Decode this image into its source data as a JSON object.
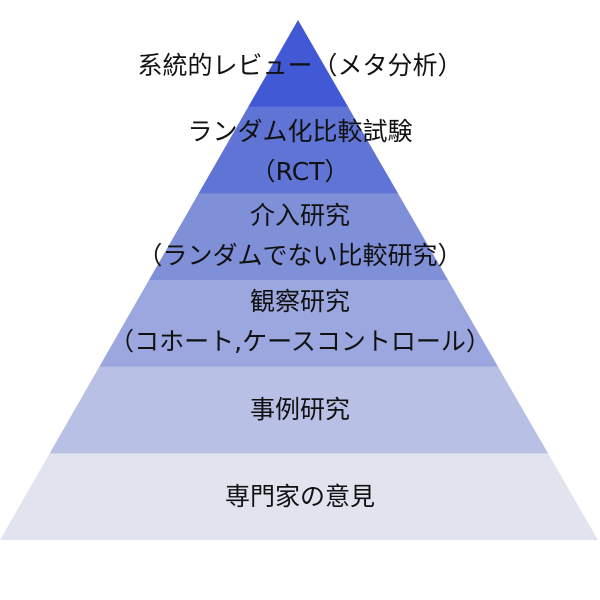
{
  "title": "Evidence pyramid",
  "layers": [
    {
      "lines": [
        "系統的レビュー（メタ分析）"
      ],
      "color": "#4159d4"
    },
    {
      "lines": [
        "ランダム化比較試験",
        "（RCT）"
      ],
      "color": "#5f74d4"
    },
    {
      "lines": [
        "介入研究",
        "（ランダムでない比較研究）"
      ],
      "color": "#7f8fd8"
    },
    {
      "lines": [
        "観察研究",
        "（コホート,ケースコントロール）"
      ],
      "color": "#9ba7de"
    },
    {
      "lines": [
        "事例研究"
      ],
      "color": "#b8c0e6"
    },
    {
      "lines": [
        "専門家の意見"
      ],
      "color": "#e1e4ef"
    }
  ]
}
